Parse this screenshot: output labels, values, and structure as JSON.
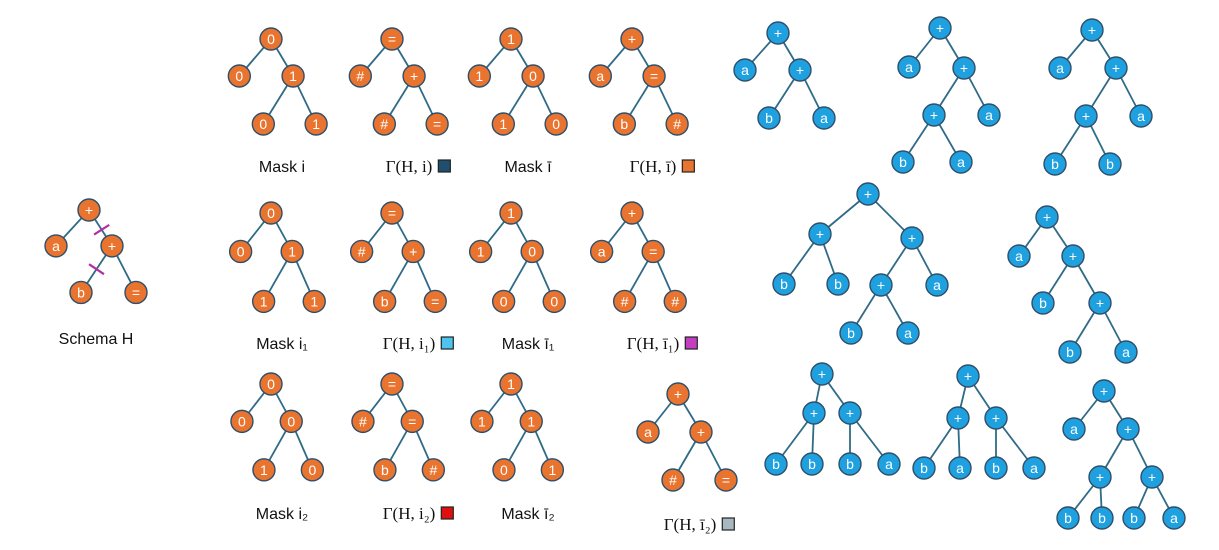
{
  "colors": {
    "orange_fill": "#e8742f",
    "blue_fill": "#1fa1e0",
    "node_stroke": "#2f4f6a",
    "edge": "#2f6b86",
    "cut_mark": "#b0309f",
    "text": "#111111"
  },
  "schema": {
    "label": "Schema H",
    "nodes": [
      "+",
      "a",
      "+",
      "b",
      "="
    ]
  },
  "masks": [
    {
      "caption": "Mask i",
      "nodes": [
        "0",
        "0",
        "1",
        "0",
        "1"
      ]
    },
    {
      "caption": "Γ(H, i)",
      "swatch": "#1f4e6e",
      "nodes": [
        "=",
        "#",
        "+",
        "#",
        "="
      ]
    },
    {
      "caption": "Mask ī",
      "nodes": [
        "1",
        "1",
        "0",
        "1",
        "0"
      ]
    },
    {
      "caption": "Γ(H, ī)",
      "swatch": "#e8742f",
      "nodes": [
        "+",
        "a",
        "=",
        "b",
        "#"
      ]
    },
    {
      "caption": "Mask i₁",
      "nodes": [
        "0",
        "0",
        "1",
        "1",
        "1"
      ]
    },
    {
      "caption": "Γ(H, i₁)",
      "swatch": "#4fc3f0",
      "nodes": [
        "=",
        "#",
        "+",
        "b",
        "="
      ]
    },
    {
      "caption": "Mask ī₁",
      "nodes": [
        "1",
        "1",
        "0",
        "0",
        "0"
      ]
    },
    {
      "caption": "Γ(H, ī₁)",
      "swatch": "#c33fc0",
      "nodes": [
        "+",
        "a",
        "=",
        "#",
        "#"
      ]
    },
    {
      "caption": "Mask i₂",
      "nodes": [
        "0",
        "0",
        "0",
        "1",
        "0"
      ]
    },
    {
      "caption": "Γ(H, i₂)",
      "swatch": "#e01010",
      "nodes": [
        "=",
        "#",
        "=",
        "b",
        "#"
      ]
    },
    {
      "caption": "Mask ī₂",
      "nodes": [
        "1",
        "1",
        "1",
        "0",
        "1"
      ]
    },
    {
      "caption": "Γ(H, ī₂)",
      "swatch": "#a8b8c0",
      "nodes": [
        "+",
        "a",
        "+",
        "#",
        "="
      ]
    }
  ],
  "blue_trees": [
    {
      "nodes": [
        "+",
        "a",
        "+",
        "b",
        "a"
      ]
    },
    {
      "nodes": [
        "+",
        "a",
        "+",
        "+",
        "a",
        "b",
        "a"
      ]
    },
    {
      "nodes": [
        "+",
        "a",
        "+",
        "+",
        "a",
        "b",
        "b"
      ]
    },
    {
      "nodes": [
        "+",
        "+",
        "+",
        "b",
        "b",
        "+",
        "a",
        "b",
        "a"
      ]
    },
    {
      "nodes": [
        "+",
        "a",
        "+",
        "b",
        "+",
        "b",
        "a"
      ]
    },
    {
      "nodes": [
        "+",
        "+",
        "+",
        "b",
        "b",
        "b",
        "a"
      ]
    },
    {
      "nodes": [
        "+",
        "+",
        "+",
        "b",
        "a",
        "b",
        "a"
      ]
    },
    {
      "nodes": [
        "+",
        "a",
        "+",
        "+",
        "+",
        "b",
        "b",
        "b",
        "a"
      ]
    }
  ]
}
